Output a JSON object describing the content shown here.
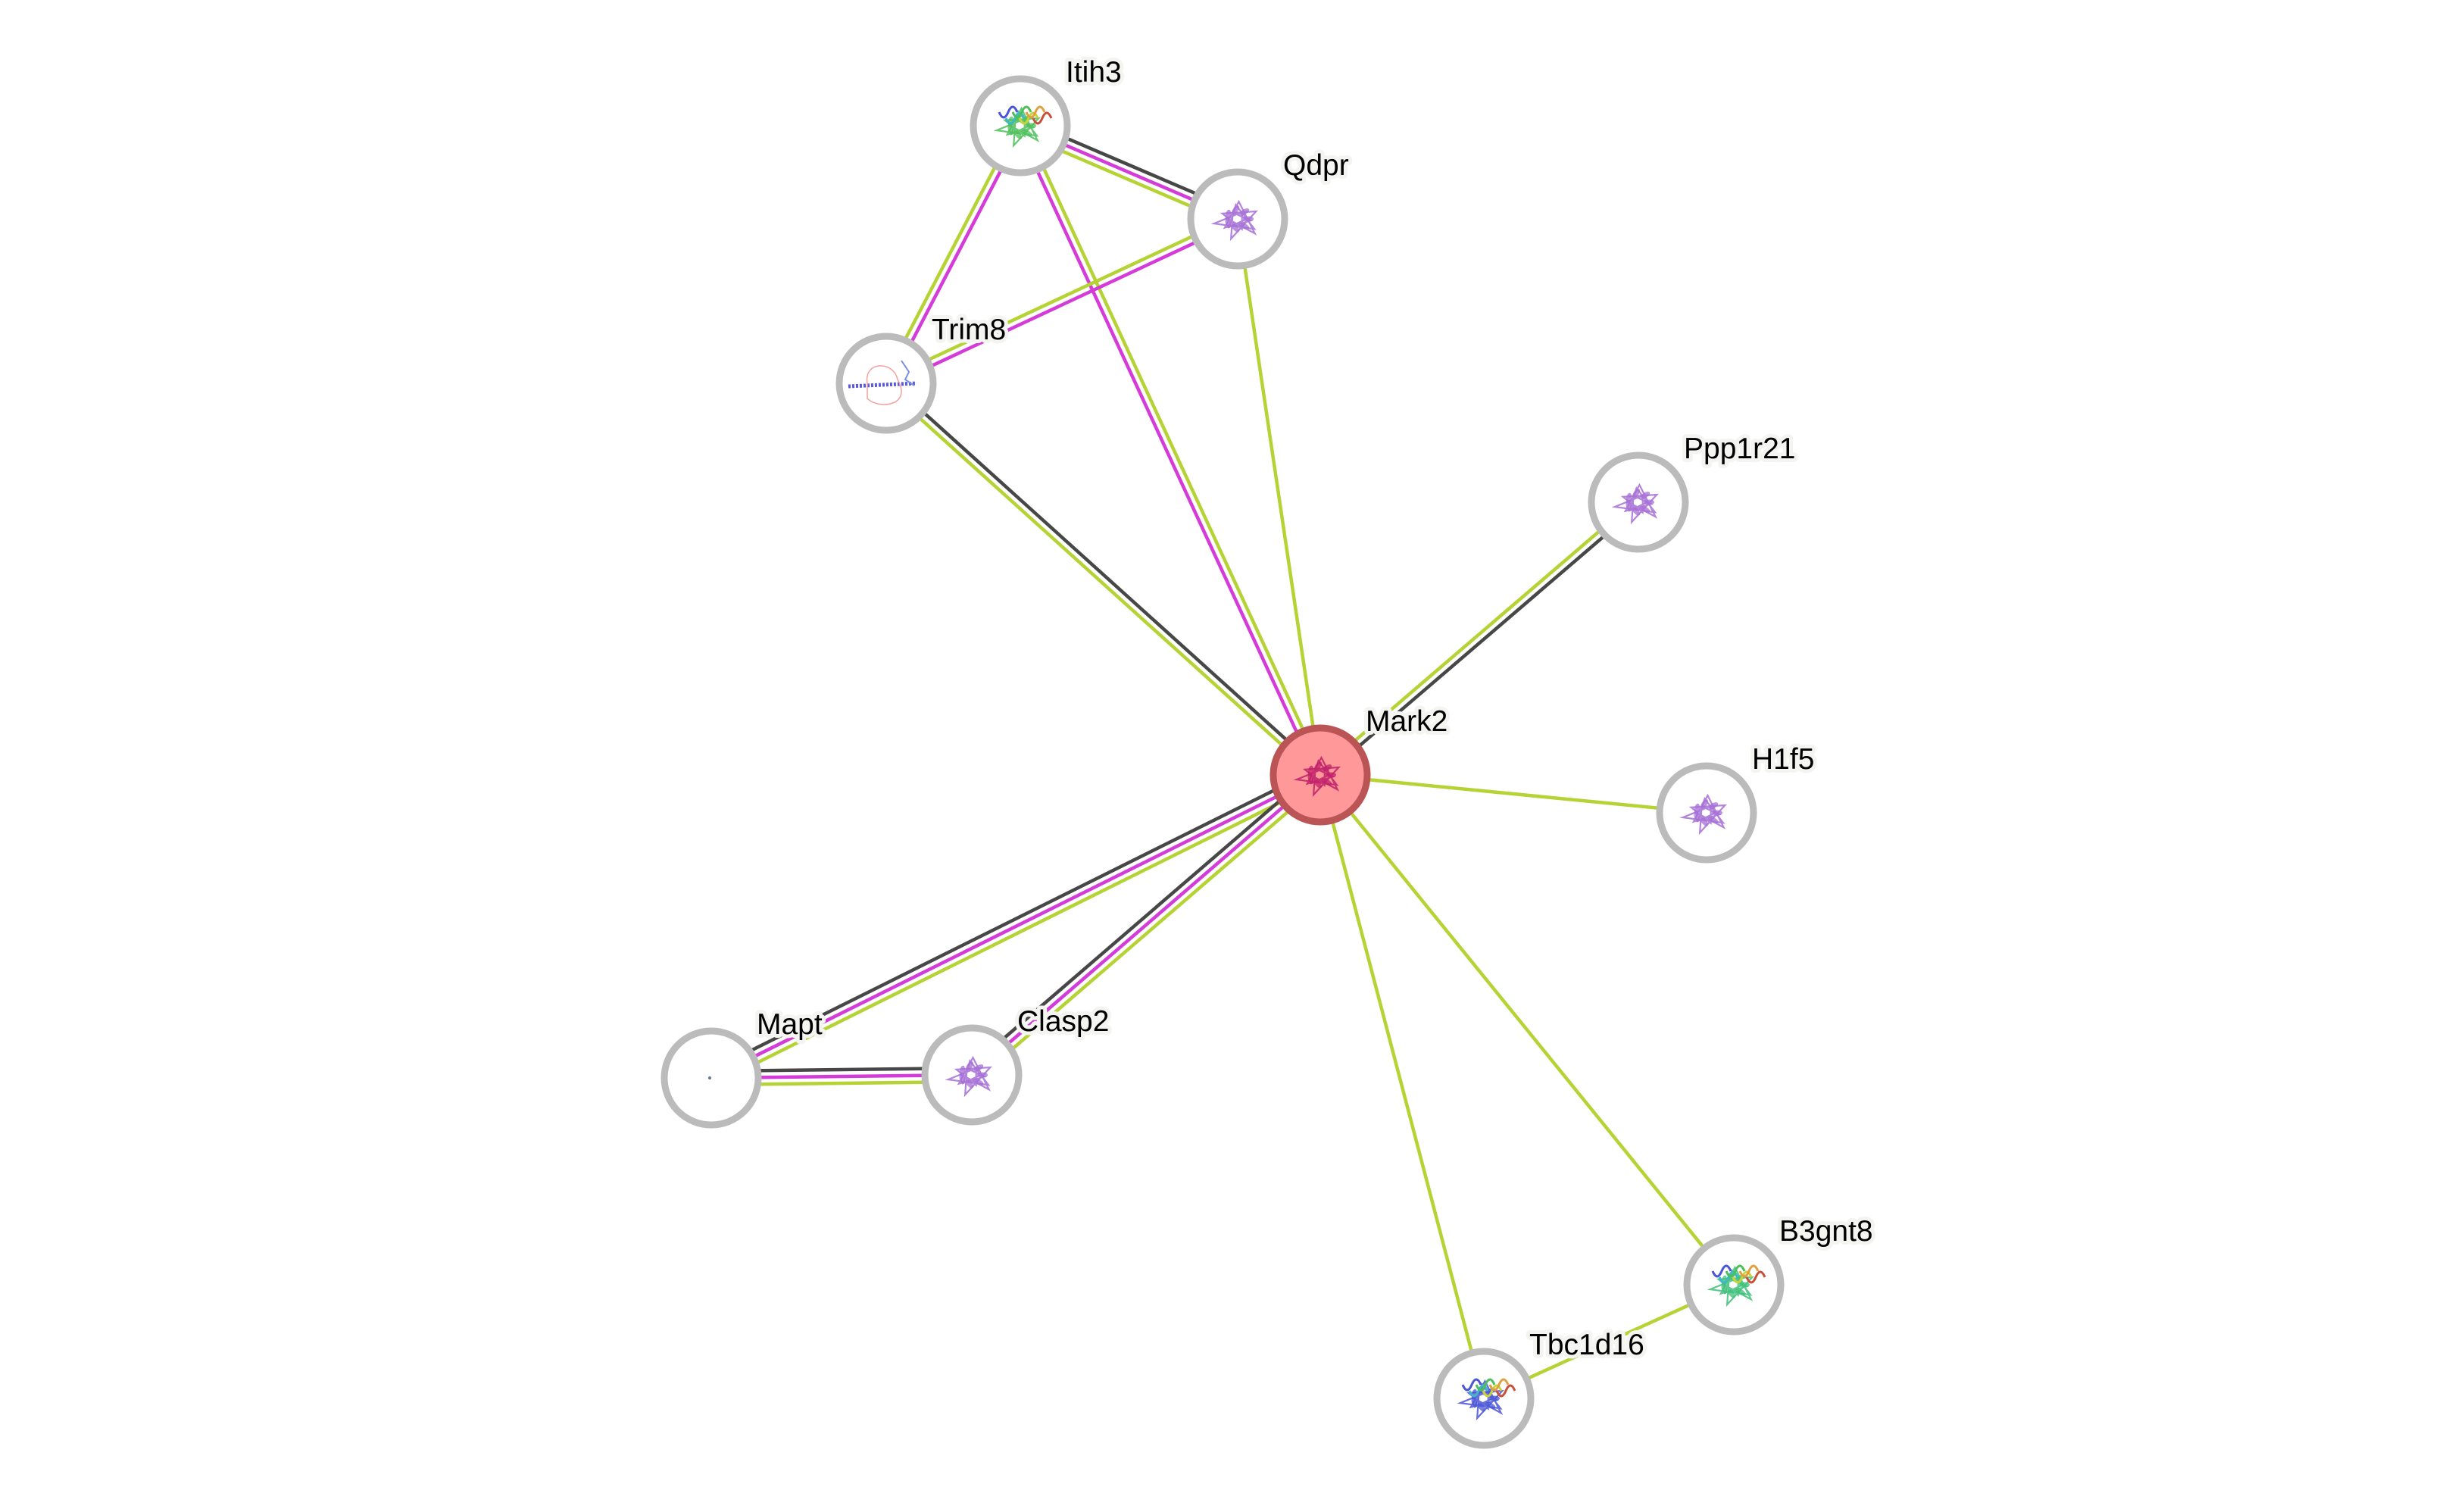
{
  "graph": {
    "query_node": "Mark2",
    "colors": {
      "ring": "#bbbbbb",
      "query_fill": "#ff9999",
      "query_ring": "#bb5555",
      "edge_dark": "#474747",
      "edge_magenta": "#d43bd9",
      "edge_green": "#b5d334",
      "label_halo": "#f4f4f0"
    },
    "nodes": [
      {
        "id": "Mark2",
        "label": "Mark2",
        "query": true,
        "structure": "magenta-helices-icon",
        "structure_color": "#c0206a"
      },
      {
        "id": "Itih3",
        "label": "Itih3",
        "query": false,
        "structure": "rainbow-protein-icon",
        "structure_color": "#4cbf5a"
      },
      {
        "id": "Qdpr",
        "label": "Qdpr",
        "query": false,
        "structure": "purple-protein-icon",
        "structure_color": "#a56ed6"
      },
      {
        "id": "Trim8",
        "label": "Trim8",
        "query": false,
        "structure": "coiled-coil-icon",
        "structure_color": "#5a5ae0"
      },
      {
        "id": "Ppp1r21",
        "label": "Ppp1r21",
        "query": false,
        "structure": "purple-protein-icon",
        "structure_color": "#a56ed6"
      },
      {
        "id": "H1f5",
        "label": "H1f5",
        "query": false,
        "structure": "purple-protein-icon",
        "structure_color": "#a56ed6"
      },
      {
        "id": "Mapt",
        "label": "Mapt",
        "query": false,
        "structure": "empty-structure-icon",
        "structure_color": "#5a7a9a"
      },
      {
        "id": "Clasp2",
        "label": "Clasp2",
        "query": false,
        "structure": "purple-protein-icon",
        "structure_color": "#a56ed6"
      },
      {
        "id": "B3gnt8",
        "label": "B3gnt8",
        "query": false,
        "structure": "rainbow-protein-icon",
        "structure_color": "#3fbf7a"
      },
      {
        "id": "Tbc1d16",
        "label": "Tbc1d16",
        "query": false,
        "structure": "rainbow-protein-icon",
        "structure_color": "#4a55d6"
      }
    ],
    "edges": [
      {
        "source": "Itih3",
        "target": "Qdpr",
        "channels": [
          "edge_dark",
          "edge_magenta",
          "edge_green"
        ]
      },
      {
        "source": "Itih3",
        "target": "Trim8",
        "channels": [
          "edge_magenta",
          "edge_green"
        ]
      },
      {
        "source": "Itih3",
        "target": "Mark2",
        "channels": [
          "edge_green",
          "edge_magenta"
        ]
      },
      {
        "source": "Trim8",
        "target": "Qdpr",
        "channels": [
          "edge_green",
          "edge_magenta"
        ]
      },
      {
        "source": "Qdpr",
        "target": "Mark2",
        "channels": [
          "edge_green"
        ]
      },
      {
        "source": "Trim8",
        "target": "Mark2",
        "channels": [
          "edge_dark",
          "edge_green"
        ]
      },
      {
        "source": "Ppp1r21",
        "target": "Mark2",
        "channels": [
          "edge_dark",
          "edge_green"
        ]
      },
      {
        "source": "H1f5",
        "target": "Mark2",
        "channels": [
          "edge_green"
        ]
      },
      {
        "source": "Mapt",
        "target": "Mark2",
        "channels": [
          "edge_dark",
          "edge_magenta",
          "edge_green"
        ]
      },
      {
        "source": "Clasp2",
        "target": "Mark2",
        "channels": [
          "edge_dark",
          "edge_magenta",
          "edge_green"
        ]
      },
      {
        "source": "Mapt",
        "target": "Clasp2",
        "channels": [
          "edge_dark",
          "edge_magenta",
          "edge_green"
        ]
      },
      {
        "source": "Tbc1d16",
        "target": "Mark2",
        "channels": [
          "edge_green"
        ]
      },
      {
        "source": "B3gnt8",
        "target": "Mark2",
        "channels": [
          "edge_green"
        ]
      },
      {
        "source": "Tbc1d16",
        "target": "B3gnt8",
        "channels": [
          "edge_green"
        ]
      }
    ]
  }
}
